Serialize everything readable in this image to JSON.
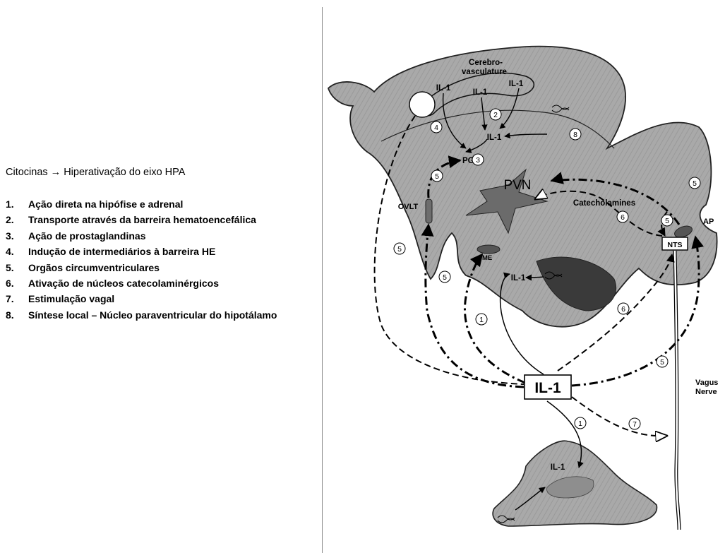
{
  "heading": {
    "left": "Citocinas",
    "arrow": "→",
    "right": "Hiperativação do eixo HPA"
  },
  "items": [
    {
      "num": "1.",
      "text": "Ação direta na hipófise e adrenal"
    },
    {
      "num": "2.",
      "text": "Transporte através da barreira hematoencefálica"
    },
    {
      "num": "3.",
      "text": "Ação de prostaglandinas"
    },
    {
      "num": "4.",
      "text": "Indução de intermediários à barreira HE"
    },
    {
      "num": "5.",
      "text": "Orgãos circumventriculares"
    },
    {
      "num": "6.",
      "text": "Ativação de núcleos catecolaminérgicos"
    },
    {
      "num": "7.",
      "text": "Estimulação vagal"
    },
    {
      "num": "8.",
      "text": "Síntese local – Núcleo paraventricular do hipotálamo"
    }
  ],
  "diagram": {
    "cerebrovasculature": [
      "Cerebro-",
      "vasculature"
    ],
    "il1": "IL-1",
    "il1_main": "IL-1",
    "pg": "PG",
    "pvn": "PVN",
    "catecholamines": "Catecholamines",
    "ovlt": "OVLT",
    "me": "ME",
    "nts": "NTS",
    "ap": "AP",
    "vagus": [
      "Vagus",
      "Nerve"
    ],
    "circled": [
      "1",
      "2",
      "3",
      "4",
      "5",
      "6",
      "7",
      "8"
    ]
  }
}
